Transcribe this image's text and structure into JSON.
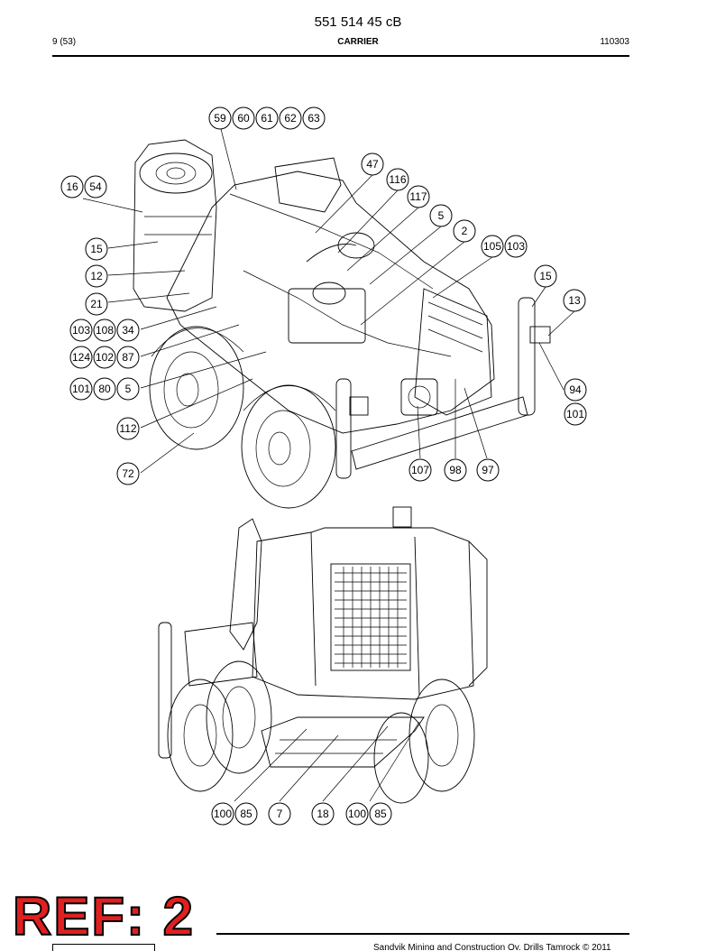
{
  "header": {
    "doc_number": "551 514 45 cB",
    "page": "9 (53)",
    "section": "CARRIER",
    "date_code": "110303"
  },
  "stamp": "REF: 2",
  "footer": "Sandvik Mining and Construction Oy, Drills Tamrock © 2011",
  "callouts_top": [
    {
      "label": "59"
    },
    {
      "label": "60"
    },
    {
      "label": "61"
    },
    {
      "label": "62"
    },
    {
      "label": "63"
    },
    {
      "label": "47"
    },
    {
      "label": "116"
    },
    {
      "label": "117"
    },
    {
      "label": "5"
    },
    {
      "label": "2"
    },
    {
      "label": "105"
    },
    {
      "label": "103"
    },
    {
      "label": "15"
    },
    {
      "label": "13"
    },
    {
      "label": "16"
    },
    {
      "label": "54"
    },
    {
      "label": "15"
    },
    {
      "label": "12"
    },
    {
      "label": "21"
    },
    {
      "label": "103"
    },
    {
      "label": "108"
    },
    {
      "label": "34"
    },
    {
      "label": "124"
    },
    {
      "label": "102"
    },
    {
      "label": "87"
    },
    {
      "label": "101"
    },
    {
      "label": "80"
    },
    {
      "label": "5"
    },
    {
      "label": "112"
    },
    {
      "label": "72"
    },
    {
      "label": "107"
    },
    {
      "label": "98"
    },
    {
      "label": "97"
    },
    {
      "label": "94"
    },
    {
      "label": "101"
    }
  ],
  "callouts_bottom": [
    {
      "label": "100"
    },
    {
      "label": "85"
    },
    {
      "label": "7"
    },
    {
      "label": "18"
    },
    {
      "label": "100"
    },
    {
      "label": "85"
    }
  ]
}
